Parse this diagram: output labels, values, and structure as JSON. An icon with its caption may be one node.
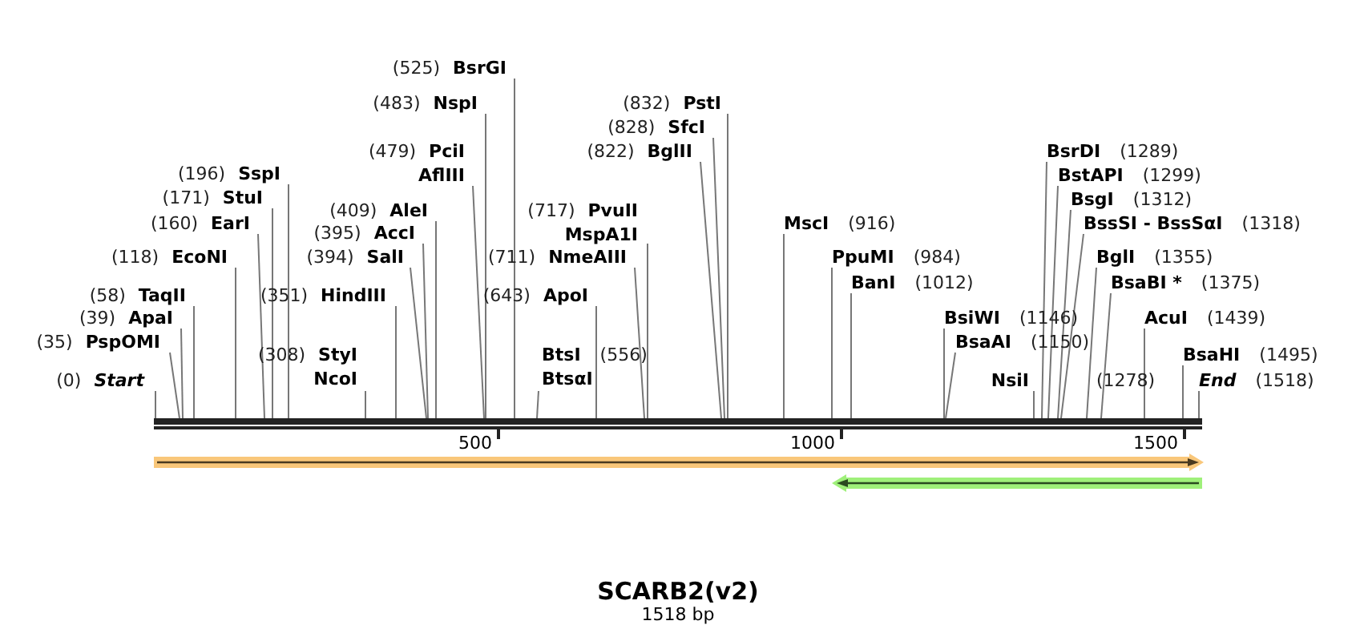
{
  "diagram": {
    "title": "SCARB2(v2)",
    "caption": "1518 bp",
    "nodes": [
      {
        "text": [
          "Start"
        ]
      },
      {
        "text": [
          "PspOMI"
        ]
      },
      {
        "text": [
          "ApaI"
        ]
      },
      {
        "text": [
          "TaqII"
        ]
      },
      {
        "text": [
          "EcoNI"
        ]
      },
      {
        "text": [
          "EarI"
        ]
      },
      {
        "text": [
          "StuI"
        ]
      },
      {
        "text": [
          "SspI"
        ]
      },
      {
        "text": [
          "StyI",
          "NcoI"
        ]
      },
      {
        "text": [
          "HindIII"
        ]
      },
      {
        "text": [
          "SalI"
        ]
      },
      {
        "text": [
          "AccI"
        ]
      },
      {
        "text": [
          "AleI"
        ]
      },
      {
        "text": [
          "PciI",
          "AflIII"
        ]
      },
      {
        "text": [
          "NspI"
        ]
      },
      {
        "text": [
          "BsrGI"
        ]
      },
      {
        "text": [
          "BtsI",
          "BtsαI"
        ]
      },
      {
        "text": [
          "ApoI"
        ]
      },
      {
        "text": [
          "NmeAIII"
        ]
      },
      {
        "text": [
          "PvuII",
          "MspA1I"
        ]
      },
      {
        "text": [
          "BglII"
        ]
      },
      {
        "text": [
          "SfcI"
        ]
      },
      {
        "text": [
          "PstI"
        ]
      },
      {
        "text": [
          "MscI"
        ]
      },
      {
        "text": [
          "PpuMI"
        ]
      },
      {
        "text": [
          "BanI"
        ]
      },
      {
        "text": [
          "BsiWI"
        ]
      },
      {
        "text": [
          "BsaAI"
        ]
      },
      {
        "text": [
          "NsiI"
        ]
      },
      {
        "text": [
          "BsrDI"
        ]
      },
      {
        "text": [
          "BstAPI"
        ]
      },
      {
        "text": [
          "BsgI"
        ]
      },
      {
        "text": [
          "BssSI - BssSαI"
        ]
      },
      {
        "text": [
          "BglI"
        ]
      },
      {
        "text": [
          "BsaBI *"
        ]
      },
      {
        "text": [
          "AcuI"
        ]
      },
      {
        "text": [
          "BsaHI"
        ]
      },
      {
        "text": [
          "End"
        ]
      },
      {
        "text": [],
        "shape": "bar"
      }
    ],
    "edges": [
      {
        "from": 0,
        "to": 38,
        "arrow": "none"
      },
      {
        "from": 1,
        "to": 38,
        "arrow": "none"
      },
      {
        "from": 2,
        "to": 38,
        "arrow": "none"
      },
      {
        "from": 3,
        "to": 38,
        "arrow": "none"
      },
      {
        "from": 4,
        "to": 38,
        "arrow": "none"
      },
      {
        "from": 5,
        "to": 38,
        "arrow": "none"
      },
      {
        "from": 6,
        "to": 38,
        "arrow": "none"
      },
      {
        "from": 7,
        "to": 38,
        "arrow": "none"
      },
      {
        "from": 8,
        "to": 38,
        "arrow": "none"
      },
      {
        "from": 9,
        "to": 38,
        "arrow": "none"
      },
      {
        "from": 10,
        "to": 38,
        "arrow": "none"
      },
      {
        "from": 11,
        "to": 38,
        "arrow": "none"
      },
      {
        "from": 12,
        "to": 38,
        "arrow": "none"
      },
      {
        "from": 13,
        "to": 38,
        "arrow": "none"
      },
      {
        "from": 14,
        "to": 38,
        "arrow": "none"
      },
      {
        "from": 15,
        "to": 38,
        "arrow": "none"
      },
      {
        "from": 16,
        "to": 38,
        "arrow": "none"
      },
      {
        "from": 17,
        "to": 38,
        "arrow": "none"
      },
      {
        "from": 18,
        "to": 38,
        "arrow": "none"
      },
      {
        "from": 19,
        "to": 38,
        "arrow": "none"
      },
      {
        "from": 20,
        "to": 38,
        "arrow": "none"
      },
      {
        "from": 21,
        "to": 38,
        "arrow": "none"
      },
      {
        "from": 22,
        "to": 38,
        "arrow": "none"
      },
      {
        "from": 23,
        "to": 38,
        "arrow": "none"
      },
      {
        "from": 24,
        "to": 38,
        "arrow": "none"
      },
      {
        "from": 25,
        "to": 38,
        "arrow": "none"
      },
      {
        "from": 26,
        "to": 38,
        "arrow": "none"
      },
      {
        "from": 27,
        "to": 38,
        "arrow": "none"
      },
      {
        "from": 28,
        "to": 38,
        "arrow": "none"
      },
      {
        "from": 29,
        "to": 38,
        "arrow": "none"
      },
      {
        "from": 30,
        "to": 38,
        "arrow": "none"
      },
      {
        "from": 31,
        "to": 38,
        "arrow": "none"
      },
      {
        "from": 32,
        "to": 38,
        "arrow": "none"
      },
      {
        "from": 33,
        "to": 38,
        "arrow": "none"
      },
      {
        "from": 34,
        "to": 38,
        "arrow": "none"
      },
      {
        "from": 35,
        "to": 38,
        "arrow": "none"
      },
      {
        "from": 36,
        "to": 38,
        "arrow": "none"
      },
      {
        "from": 37,
        "to": 38,
        "arrow": "none"
      }
    ],
    "labels": [
      "(0)",
      "(35)",
      "(39)",
      "(58)",
      "(118)",
      "(160)",
      "(171)",
      "(196)",
      "(308)",
      "(351)",
      "(394)",
      "(395)",
      "(409)",
      "(479)",
      "(483)",
      "(525)",
      "(556)",
      "(643)",
      "(711)",
      "(717)",
      "(822)",
      "(828)",
      "(832)",
      "(916)",
      "(984)",
      "(1012)",
      "(1146)",
      "(1150)",
      "(1278)",
      "(1289)",
      "(1299)",
      "(1312)",
      "(1318)",
      "(1355)",
      "(1375)",
      "(1439)",
      "(1495)",
      "(1518)",
      "500",
      "1000",
      "1500"
    ]
  }
}
